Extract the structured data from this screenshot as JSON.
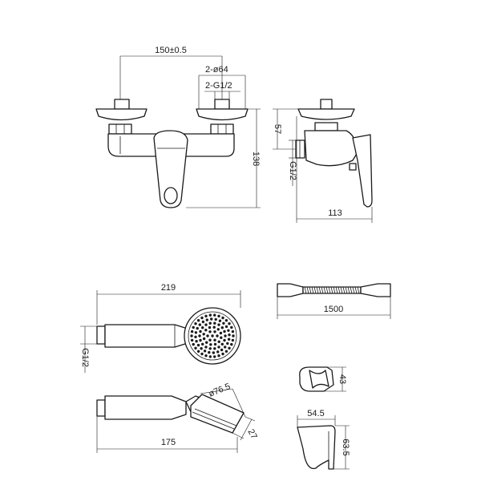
{
  "dimensions": {
    "spacing": "150±0.5",
    "flange_dia": "2-ø64",
    "inlet_thread": "2-G1/2",
    "height": "138",
    "wall_offset": "57",
    "outlet_thread": "G1/2",
    "depth": "113",
    "shower_length": "219",
    "shower_thread": "G1/2",
    "hose_length": "1500",
    "head_dia": "ø76.5",
    "head_thickness": "27",
    "handle_length": "175",
    "holder_height": "43",
    "bracket_width": "54.5",
    "bracket_height": "63.5"
  },
  "colors": {
    "line": "#1a1a1a",
    "background": "#ffffff"
  }
}
